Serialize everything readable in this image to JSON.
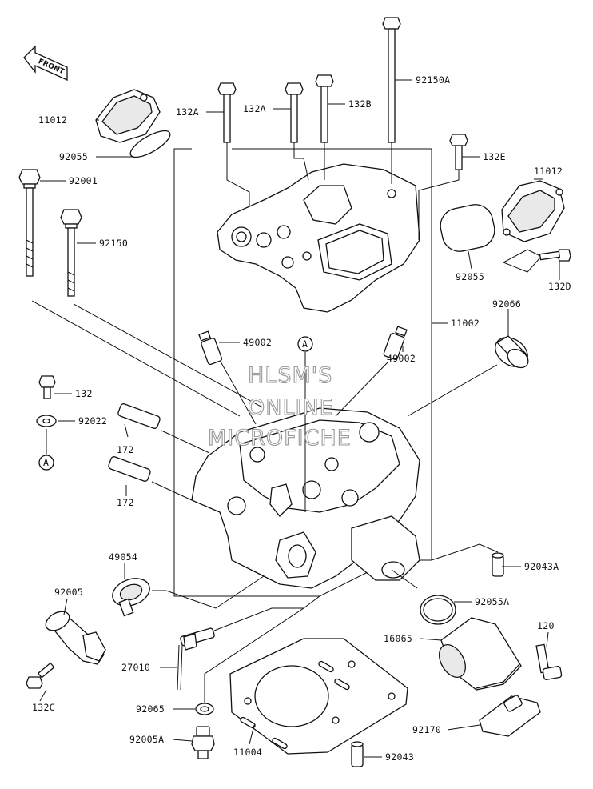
{
  "watermark": {
    "line1": "HLSM'S",
    "line2": "ONLINE",
    "line3": "MICROFICHE"
  },
  "front_label": "FRONT",
  "callouts": [
    {
      "id": "p-11012-a",
      "text": "11012"
    },
    {
      "id": "p-92055-a",
      "text": "92055"
    },
    {
      "id": "p-132a-1",
      "text": "132A"
    },
    {
      "id": "p-132a-2",
      "text": "132A"
    },
    {
      "id": "p-132b",
      "text": "132B"
    },
    {
      "id": "p-92150a",
      "text": "92150A"
    },
    {
      "id": "p-132e",
      "text": "132E"
    },
    {
      "id": "p-11012-b",
      "text": "11012"
    },
    {
      "id": "p-92001",
      "text": "92001"
    },
    {
      "id": "p-92150",
      "text": "92150"
    },
    {
      "id": "p-92055-b",
      "text": "92055"
    },
    {
      "id": "p-132d",
      "text": "132D"
    },
    {
      "id": "p-92066",
      "text": "92066"
    },
    {
      "id": "p-49002-a",
      "text": "49002"
    },
    {
      "id": "p-11002",
      "text": "11002"
    },
    {
      "id": "p-49002-b",
      "text": "49002"
    },
    {
      "id": "p-132",
      "text": "132"
    },
    {
      "id": "p-92022",
      "text": "92022"
    },
    {
      "id": "p-172-a",
      "text": "172"
    },
    {
      "id": "p-172-b",
      "text": "172"
    },
    {
      "id": "p-49054",
      "text": "49054"
    },
    {
      "id": "p-92043a",
      "text": "92043A"
    },
    {
      "id": "p-92005",
      "text": "92005"
    },
    {
      "id": "p-92055a",
      "text": "92055A"
    },
    {
      "id": "p-120",
      "text": "120"
    },
    {
      "id": "p-16065",
      "text": "16065"
    },
    {
      "id": "p-27010",
      "text": "27010"
    },
    {
      "id": "p-132c",
      "text": "132C"
    },
    {
      "id": "p-92065",
      "text": "92065"
    },
    {
      "id": "p-92170",
      "text": "92170"
    },
    {
      "id": "p-92005a",
      "text": "92005A"
    },
    {
      "id": "p-11004",
      "text": "11004"
    },
    {
      "id": "p-92043",
      "text": "92043"
    }
  ],
  "reference_markers": [
    {
      "id": "ref-a-top",
      "text": "A"
    },
    {
      "id": "ref-a-left",
      "text": "A"
    }
  ]
}
